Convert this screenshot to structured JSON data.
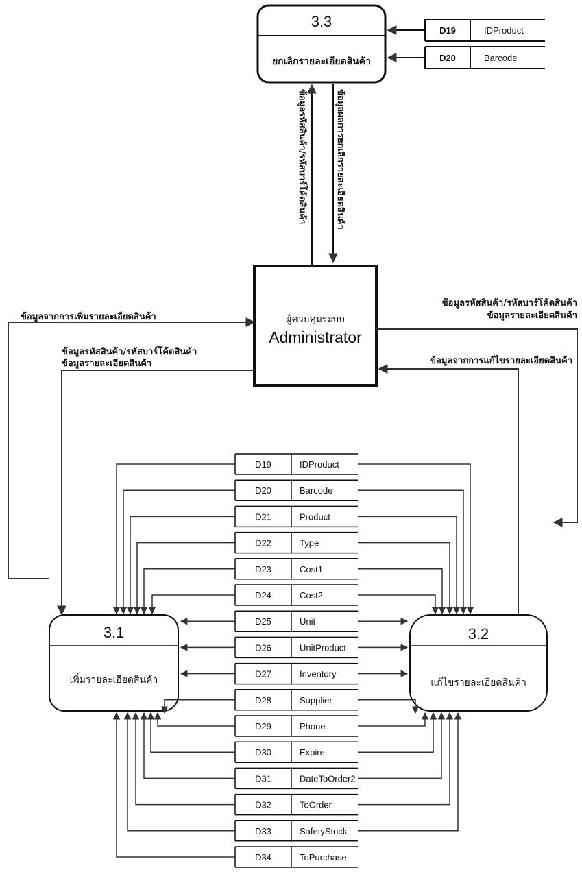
{
  "processes": {
    "p33": {
      "number": "3.3",
      "name": "ยกเลิกรายละเอียดสินค้า"
    },
    "p31": {
      "number": "3.1",
      "name": "เพิ่มรายละเอียดสินค้า"
    },
    "p32": {
      "number": "3.2",
      "name": "แก้ไขรายละเอียดสินค้า"
    }
  },
  "entity": {
    "thai": "ผู้ควบคุมระบบ",
    "english": "Administrator"
  },
  "top_stores": [
    {
      "id": "D19",
      "name": "IDProduct"
    },
    {
      "id": "D20",
      "name": "Barcode"
    }
  ],
  "stores": [
    {
      "id": "D19",
      "name": "IDProduct"
    },
    {
      "id": "D20",
      "name": "Barcode"
    },
    {
      "id": "D21",
      "name": "Product"
    },
    {
      "id": "D22",
      "name": "Type"
    },
    {
      "id": "D23",
      "name": "Cost1"
    },
    {
      "id": "D24",
      "name": "Cost2"
    },
    {
      "id": "D25",
      "name": "Unit"
    },
    {
      "id": "D26",
      "name": "UnitProduct"
    },
    {
      "id": "D27",
      "name": "Inventory"
    },
    {
      "id": "D28",
      "name": "Supplier"
    },
    {
      "id": "D29",
      "name": "Phone"
    },
    {
      "id": "D30",
      "name": "Expire"
    },
    {
      "id": "D31",
      "name": "DateToOrder2"
    },
    {
      "id": "D32",
      "name": "ToOrder"
    },
    {
      "id": "D33",
      "name": "SafetyStock"
    },
    {
      "id": "D34",
      "name": "ToPurchase"
    }
  ],
  "flows": {
    "up_label": "ข้อมูลรหัสสินค้า/รหัสบาร์โค้ดสินค้า",
    "down_label": "ข้อมูลผลการยกเลิกรายละเอียดสินค้า",
    "left_in": "ข้อมูลจากการเพิ่มรายละเอียดสินค้า",
    "left_out_1": "ข้อมูลรหัสสินค้า/รหัสบาร์โค้ดสินค้า",
    "left_out_2": "ข้อมูลรายละเอียดสินค้า",
    "right_out_1": "ข้อมูลรหัสสินค้า/รหัสบาร์โค้ดสินค้า",
    "right_out_2": "ข้อมูลรายละเอียดสินค้า",
    "right_in": "ข้อมูลจากการแก้ไขรายละเอียดสินค้า"
  }
}
